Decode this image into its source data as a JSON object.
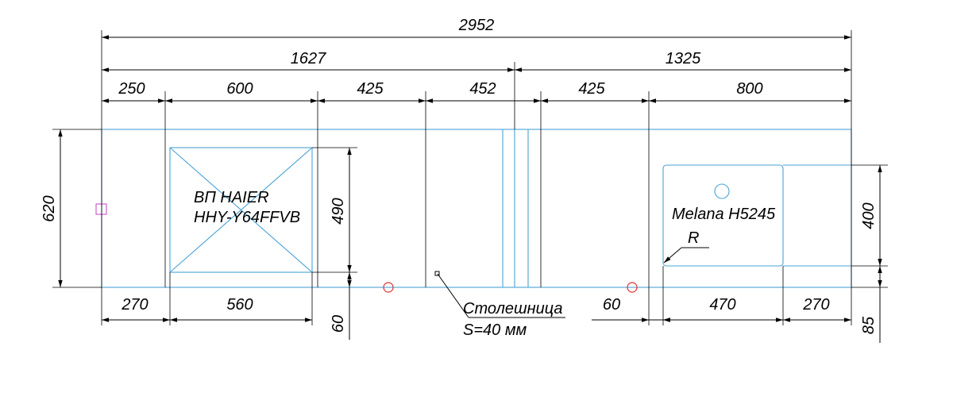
{
  "dimensions": {
    "total": "2952",
    "left_section": "1627",
    "right_section": "1325",
    "seg_250": "250",
    "seg_600": "600",
    "seg_425a": "425",
    "seg_452": "452",
    "seg_425b": "425",
    "seg_800": "800",
    "depth": "620",
    "hob_depth": "490",
    "sink_depth": "400",
    "bottom_270_left": "270",
    "bottom_560": "560",
    "bottom_60_hob": "60",
    "bottom_60_sink": "60",
    "bottom_470": "470",
    "bottom_270_right": "270",
    "bottom_85": "85"
  },
  "labels": {
    "hob_line1": "ВП HAIER",
    "hob_line2": "HHY-Y64FFVB",
    "sink_name": "Melana H5245",
    "sink_radius": "R",
    "countertop_line1": "Столешница",
    "countertop_line2": "S=40 мм"
  },
  "colors": {
    "outline": "#4aa3d6",
    "dimension": "#000000",
    "marker_circle": "#e03030",
    "marker_square": "#c040c0"
  }
}
